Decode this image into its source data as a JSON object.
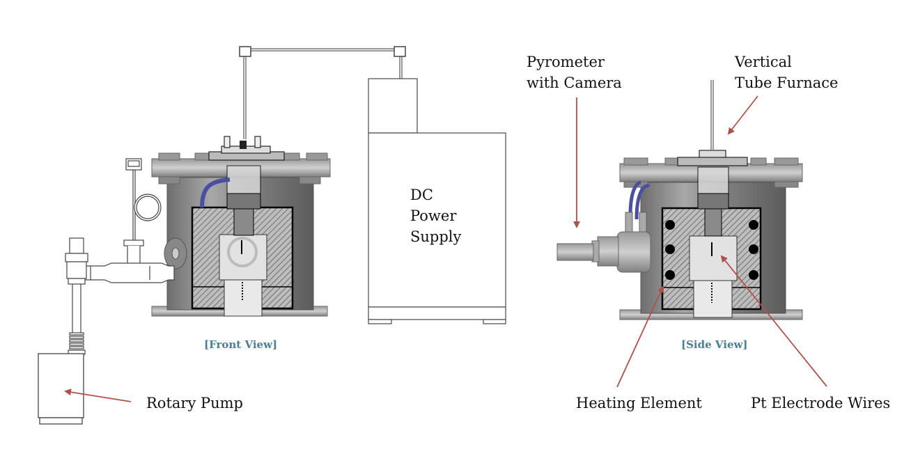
{
  "diagram": {
    "views": {
      "front": "[Front View]",
      "side": "[Side View]"
    },
    "labels": {
      "dc_power_supply": [
        "DC",
        "Power",
        "Supply"
      ],
      "rotary_pump": "Rotary Pump",
      "pyrometer": [
        "Pyrometer",
        "with Camera"
      ],
      "vertical_tube_furnace": [
        "Vertical",
        "Tube Furnace"
      ],
      "heating_element": "Heating Element",
      "pt_electrode_wires": "Pt Electrode Wires"
    },
    "colors": {
      "arrow": "#b0504a",
      "view_caption": "#4a7f96",
      "metal": "#8c8c8c",
      "tube": "#4b4fa0",
      "hatch": "#6a6a6a"
    }
  }
}
